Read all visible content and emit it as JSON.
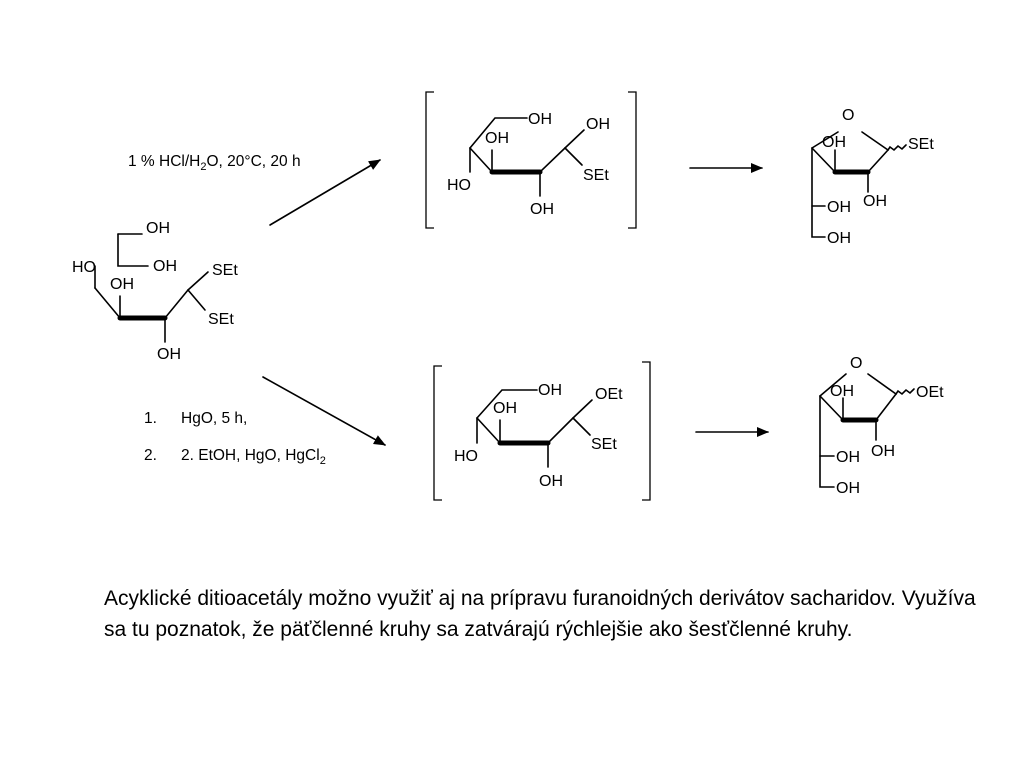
{
  "reaction_1": {
    "conditions": {
      "pre": "1 % HCl/H",
      "sub": "2",
      "post": "O, 20°C, 20 h"
    }
  },
  "reaction_2": {
    "steps": [
      {
        "number": "1.",
        "text": "HgO, 5 h,"
      },
      {
        "number": "2.",
        "text": "2. EtOH, HgO, HgCl",
        "sub": "2"
      }
    ]
  },
  "labels": {
    "oh": "OH",
    "ho": "HO",
    "set": "SEt",
    "oet": "OEt",
    "o": "O"
  },
  "caption": "Acyklické ditioacetály možno využiť aj na prípravu furanoidných derivátov sacharidov. Využíva sa tu poznatok, že päťčlenné kruhy sa zatvárajú rýchlejšie ako šesťčlenné kruhy."
}
